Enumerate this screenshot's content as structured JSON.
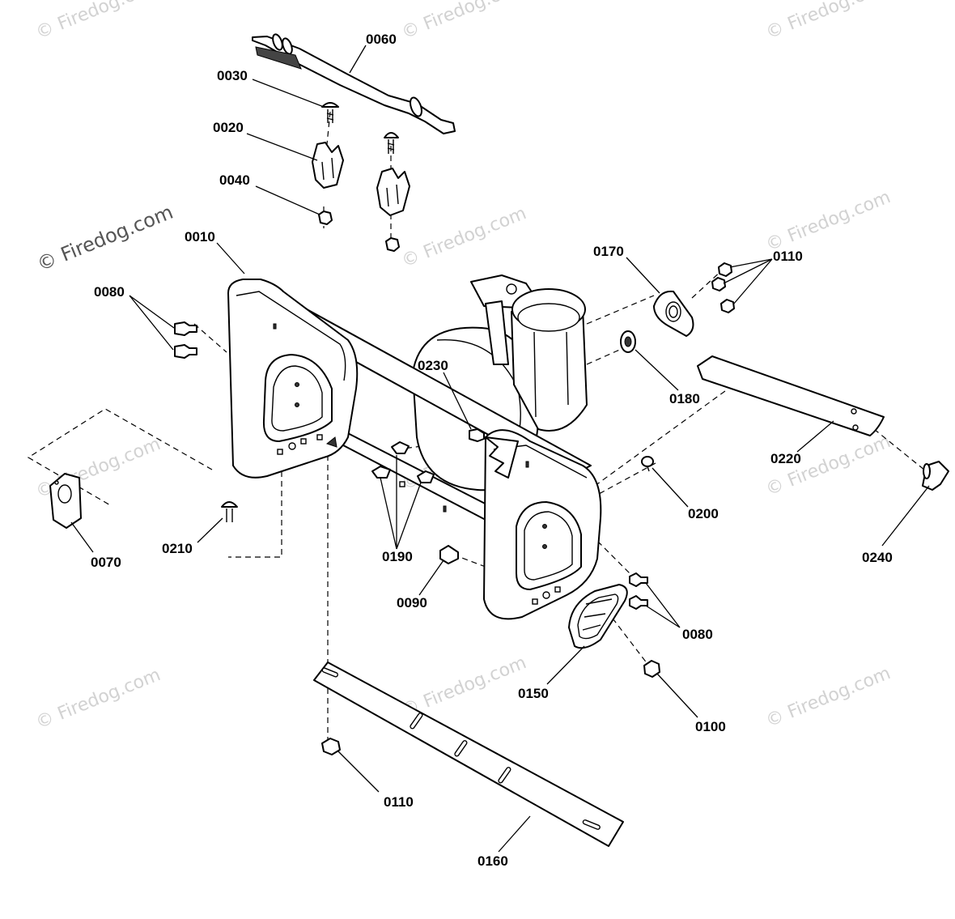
{
  "watermark": {
    "text": "© Firedog.com",
    "primary_text": "© Firedog.com"
  },
  "colors": {
    "line": "#000000",
    "background": "#ffffff",
    "watermark": "#d2d2d2"
  },
  "callouts": [
    {
      "id": "0060",
      "label": "0060"
    },
    {
      "id": "0030",
      "label": "0030"
    },
    {
      "id": "0020",
      "label": "0020"
    },
    {
      "id": "0040",
      "label": "0040"
    },
    {
      "id": "0010",
      "label": "0010"
    },
    {
      "id": "0080a",
      "label": "0080"
    },
    {
      "id": "0230",
      "label": "0230"
    },
    {
      "id": "0170",
      "label": "0170"
    },
    {
      "id": "0110a",
      "label": "0110"
    },
    {
      "id": "0180",
      "label": "0180"
    },
    {
      "id": "0220",
      "label": "0220"
    },
    {
      "id": "0200",
      "label": "0200"
    },
    {
      "id": "0240",
      "label": "0240"
    },
    {
      "id": "0070",
      "label": "0070"
    },
    {
      "id": "0210",
      "label": "0210"
    },
    {
      "id": "0190",
      "label": "0190"
    },
    {
      "id": "0090",
      "label": "0090"
    },
    {
      "id": "0080b",
      "label": "0080"
    },
    {
      "id": "0150",
      "label": "0150"
    },
    {
      "id": "0100",
      "label": "0100"
    },
    {
      "id": "0110b",
      "label": "0110"
    },
    {
      "id": "0160",
      "label": "0160"
    }
  ]
}
